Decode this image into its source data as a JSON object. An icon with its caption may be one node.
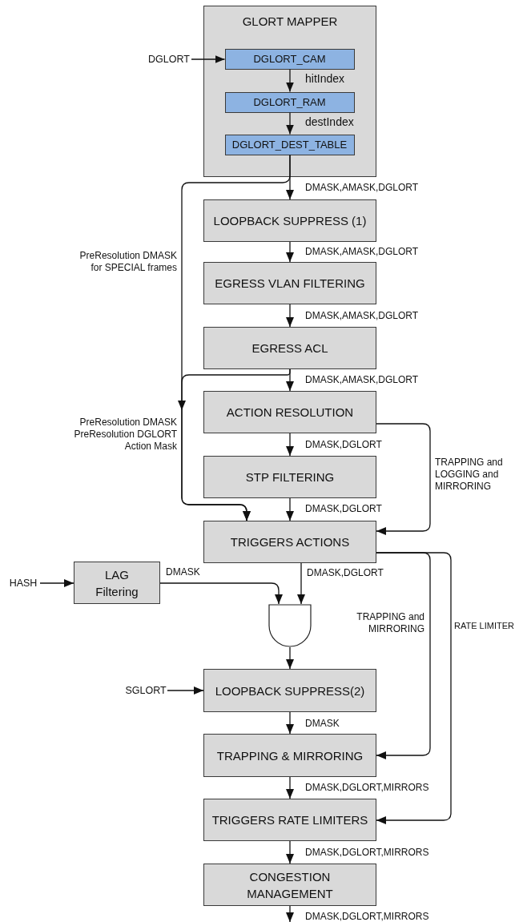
{
  "diagram": {
    "nodes": [
      {
        "text": [
          "GLORT MAPPER"
        ]
      },
      {
        "text": [
          "DGLORT"
        ]
      },
      {
        "text": [
          "DGLORT_CAM"
        ],
        "in": 0
      },
      {
        "text": [
          "DGLORT_RAM"
        ],
        "in": 0
      },
      {
        "text": [
          "DGLORT_DEST_TABLE"
        ],
        "in": 0
      },
      {
        "text": [
          "LOOPBACK SUPPRESS (1)"
        ]
      },
      {
        "text": [
          "EGRESS VLAN FILTERING"
        ]
      },
      {
        "text": [
          "EGRESS ACL"
        ]
      },
      {
        "text": [
          "ACTION RESOLUTION"
        ]
      },
      {
        "text": [
          "STP FILTERING"
        ]
      },
      {
        "text": [
          "TRIGGERS ACTIONS"
        ]
      },
      {
        "text": [
          "HASH"
        ]
      },
      {
        "text": [
          "LAG Filtering"
        ]
      },
      {
        "text": [],
        "shape": "gate"
      },
      {
        "text": [
          "SGLORT"
        ]
      },
      {
        "text": [
          "LOOPBACK SUPPRESS(2)"
        ]
      },
      {
        "text": [
          "TRAPPING & MIRRORING"
        ]
      },
      {
        "text": [
          "TRIGGERS RATE LIMITERS"
        ]
      },
      {
        "text": [
          "CONGESTION MANAGEMENT"
        ]
      }
    ],
    "edges": [
      {
        "from": 1,
        "to": 2,
        "arrow": "to"
      },
      {
        "from": 2,
        "to": 3,
        "arrow": "to",
        "label": "hitIndex"
      },
      {
        "from": 3,
        "to": 4,
        "arrow": "to",
        "label": "destIndex"
      },
      {
        "from": 4,
        "to": 5,
        "arrow": "to",
        "label": "DMASK,AMASK,DGLORT"
      },
      {
        "from": 4,
        "to": 10,
        "arrow": "to",
        "label": "PreResolution DMASK for SPECIAL frames"
      },
      {
        "from": 5,
        "to": 6,
        "arrow": "to",
        "label": "DMASK,AMASK,DGLORT"
      },
      {
        "from": 6,
        "to": 7,
        "arrow": "to",
        "label": "DMASK,AMASK,DGLORT"
      },
      {
        "from": 7,
        "to": 8,
        "arrow": "to",
        "label": "DMASK,AMASK,DGLORT"
      },
      {
        "from": 7,
        "to": 10,
        "arrow": "to",
        "label": "PreResolution DMASK PreResolution DGLORT Action Mask"
      },
      {
        "from": 8,
        "to": 9,
        "arrow": "to",
        "label": "DMASK,DGLORT"
      },
      {
        "from": 8,
        "to": 10,
        "arrow": "to",
        "label": "TRAPPING and LOGGING and MIRRORING"
      },
      {
        "from": 9,
        "to": 10,
        "arrow": "to",
        "label": "DMASK,DGLORT"
      },
      {
        "from": 11,
        "to": 12,
        "arrow": "to"
      },
      {
        "from": 12,
        "to": 13,
        "arrow": "to",
        "label": "DMASK"
      },
      {
        "from": 10,
        "to": 13,
        "arrow": "to",
        "label": "DMASK,DGLORT"
      },
      {
        "from": 13,
        "to": 15,
        "arrow": "to"
      },
      {
        "from": 14,
        "to": 15,
        "arrow": "to"
      },
      {
        "from": 15,
        "to": 16,
        "arrow": "to",
        "label": "DMASK"
      },
      {
        "from": 10,
        "to": 16,
        "arrow": "to",
        "label": "TRAPPING and MIRRORING"
      },
      {
        "from": 10,
        "to": 17,
        "arrow": "to",
        "label": "RATE LIMITER"
      },
      {
        "from": 16,
        "to": 17,
        "arrow": "to",
        "label": "DMASK,DGLORT,MIRRORS"
      },
      {
        "from": 17,
        "to": 18,
        "arrow": "to",
        "label": "DMASK,DGLORT,MIRRORS"
      },
      {
        "from": 18,
        "to": null,
        "arrow": "to",
        "label": "DMASK,DGLORT,MIRRORS"
      }
    ]
  }
}
